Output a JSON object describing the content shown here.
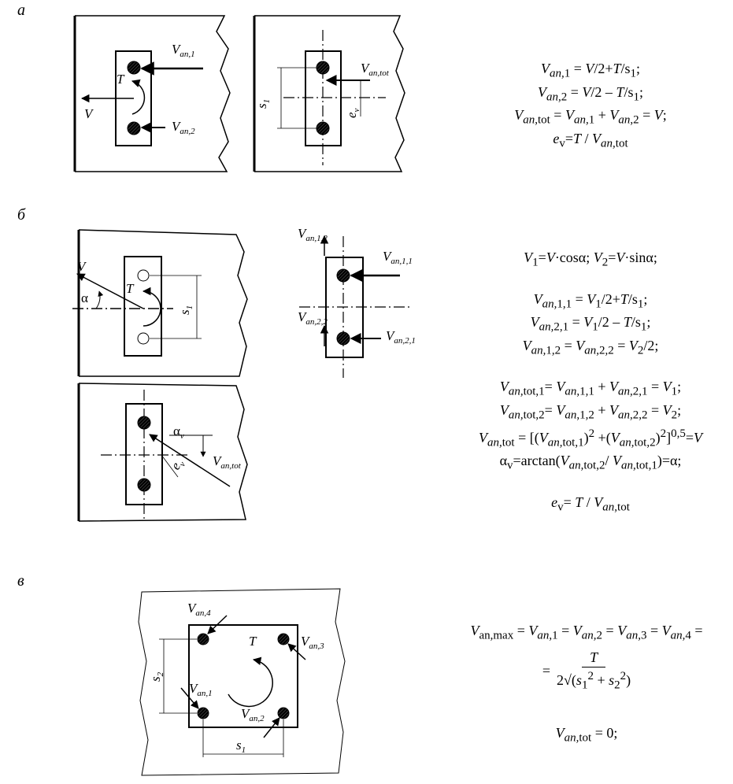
{
  "sections": {
    "a": {
      "letter": "а"
    },
    "b": {
      "letter": "б"
    },
    "c": {
      "letter": "в"
    }
  },
  "diagram_labels": {
    "a": {
      "van1": "V",
      "van1_sub": "an,1",
      "van2": "V",
      "van2_sub": "an,2",
      "vantot": "V",
      "vantot_sub": "an,tot",
      "T": "T",
      "V": "V",
      "s1": "s",
      "s1_sub": "1",
      "ev": "e",
      "ev_sub": "v"
    },
    "b": {
      "V": "V",
      "alpha": "α",
      "T": "T",
      "s1": "s",
      "s1_sub": "1",
      "van12": "V",
      "van12_sub": "an,1,2",
      "van11": "V",
      "van11_sub": "an,1,1",
      "van22": "V",
      "van22_sub": "an,2,2",
      "van21": "V",
      "van21_sub": "an,2,1",
      "alphav": "α",
      "alphav_sub": "v",
      "vantot": "V",
      "vantot_sub": "an,tot",
      "ev": "e",
      "ev_sub": "v"
    },
    "c": {
      "van4": "V",
      "van4_sub": "an,4",
      "van3": "V",
      "van3_sub": "an,3",
      "van1": "V",
      "van1_sub": "an,1",
      "van2": "V",
      "van2_sub": "an,2",
      "T": "T",
      "s1": "s",
      "s1_sub": "1",
      "s2": "s",
      "s2_sub": "2"
    }
  },
  "formulas": {
    "a": [
      "V<sub>an,1</sub> = V/2+T/s<sub>1</sub>;",
      "V<sub>an,2</sub> = V/2 – T/s<sub>1</sub>;",
      "V<sub>an,tot</sub> = V<sub>an,1</sub> + V<sub>an,2</sub> = V;",
      "e<sub>v</sub>=T / V<sub>an,tot</sub>"
    ],
    "b": [
      "V<sub>1</sub>=V·cosα; V<sub>2</sub>=V·sinα;",
      "",
      "V<sub>an,1,1</sub> = V<sub>1</sub>/2+T/s<sub>1</sub>;",
      "V<sub>an,2,1</sub> = V<sub>1</sub>/2 – T/s<sub>1</sub>;",
      "V<sub>an,1,2</sub> = V<sub>an,2,2</sub> = V<sub>2</sub>/2;",
      "",
      "V<sub>an,tot,1</sub>= V<sub>an,1,1</sub> + V<sub>an,2,1</sub> = V<sub>1</sub>;",
      "V<sub>an,tot,2</sub>= V<sub>an,1,2</sub> + V<sub>an,2,2</sub> = V<sub>2</sub>;",
      "V<sub>an,tot</sub> = [(V<sub>an,tot,1</sub>)<sup>2</sup> +(V<sub>an,tot,2</sub>)<sup>2</sup>]<sup>0,5</sup>=V",
      "α<sub>v</sub>=arctan(V<sub>an,tot,2</sub>/ V<sub>an,tot,1</sub>)=α;",
      "",
      "e<sub>v</sub>= T / V<sub>an,tot</sub>"
    ],
    "c": {
      "line1": "V<sub>an,max</sub> = V<sub>an,1</sub> = V<sub>an,2</sub> = V<sub>an,3</sub> = V<sub>an,4</sub> =",
      "eq": "=",
      "numerator": "T",
      "denominator": "2√(s<sub>1</sub><sup>2</sup> + s<sub>2</sub><sup>2</sup>)",
      "line3": "V<sub>an,tot</sub> = 0;"
    }
  }
}
